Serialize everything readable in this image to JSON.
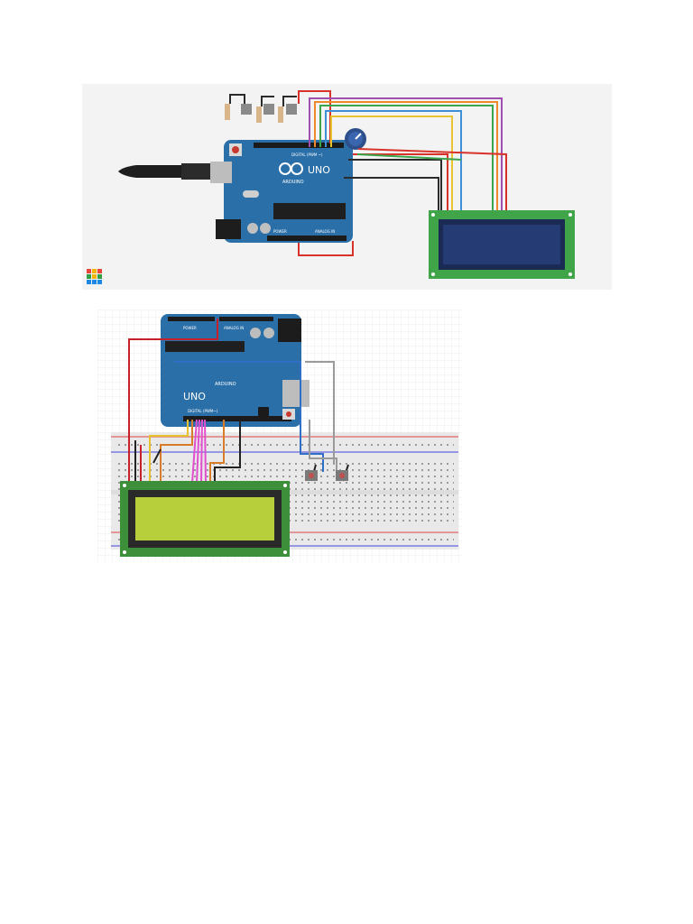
{
  "top_diagram": {
    "board_logo": "UNO",
    "board_brand": "ARDUINO",
    "digital_header_label": "DIGITAL (PWM ~)",
    "power_header_label": "POWER",
    "analog_header_label": "ANALOG IN",
    "colors": {
      "background": "#f3f3f3",
      "board": "#2a6fa8",
      "lcd_frame": "#3fa548",
      "lcd_screen": "#243b73",
      "wire_red": "#d8332b",
      "wire_black": "#2b2b2b",
      "wire_yellow": "#e9c431",
      "wire_green": "#3aa54a",
      "wire_orange": "#ee8a2c",
      "wire_blue": "#3d8fd6",
      "wire_purple": "#a04fb0"
    }
  },
  "bottom_diagram": {
    "board_logo": "UNO",
    "board_brand": "ARDUINO",
    "digital_header_label": "DIGITAL (PWM~)",
    "power_header_label": "POWER",
    "analog_header_label": "ANALOG IN",
    "colors": {
      "breadboard": "#e9e9e9",
      "board": "#2a6fa8",
      "lcd_frame": "#3e8f3a",
      "lcd_screen": "#b6cf3a",
      "wire_pink": "#e14fcf",
      "wire_orange": "#d97c2a",
      "wire_yellow": "#e7c02e",
      "wire_red": "#c8202b",
      "wire_black": "#222222",
      "wire_blue": "#2f6fc8",
      "wire_gray": "#9a9a9a"
    }
  }
}
